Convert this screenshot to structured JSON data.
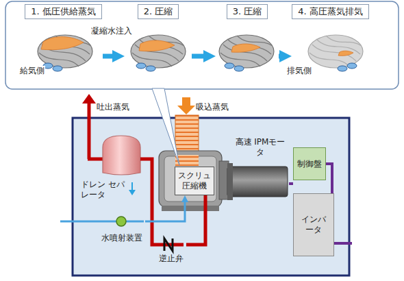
{
  "diagram": {
    "nodes": [
      {
        "text": [
          "1. 低圧供給蒸気"
        ]
      },
      {
        "text": [
          "2. 圧縮"
        ]
      },
      {
        "text": [
          "3. 圧縮"
        ]
      },
      {
        "text": [
          "4. 高圧蒸気排気"
        ]
      },
      {
        "text": [
          "ドレン セパレータ"
        ]
      },
      {
        "text": [
          "スクリュ 圧縮機"
        ]
      },
      {
        "text": [
          "高速 IPMモータ"
        ]
      },
      {
        "text": [
          "制御盤"
        ]
      },
      {
        "text": [
          "インバータ"
        ]
      },
      {
        "text": [
          "水噴射装置"
        ]
      },
      {
        "text": [
          "逆止弁"
        ]
      }
    ],
    "edges": [
      {
        "from": 0,
        "to": 1,
        "arrow": "to"
      },
      {
        "from": 1,
        "to": 2,
        "arrow": "to"
      },
      {
        "from": 2,
        "to": 3,
        "arrow": "to"
      },
      {
        "from": 5,
        "to": 10,
        "arrow": "none"
      },
      {
        "from": 10,
        "to": 4,
        "arrow": "none"
      },
      {
        "from": 9,
        "to": 5,
        "arrow": "to"
      },
      {
        "from": 6,
        "to": 8,
        "arrow": "none"
      },
      {
        "from": 7,
        "to": 8,
        "arrow": "none"
      }
    ],
    "labels": [
      "凝縮水注入",
      "給気側",
      "排気側",
      "吐出蒸気",
      "吸込蒸気"
    ]
  }
}
